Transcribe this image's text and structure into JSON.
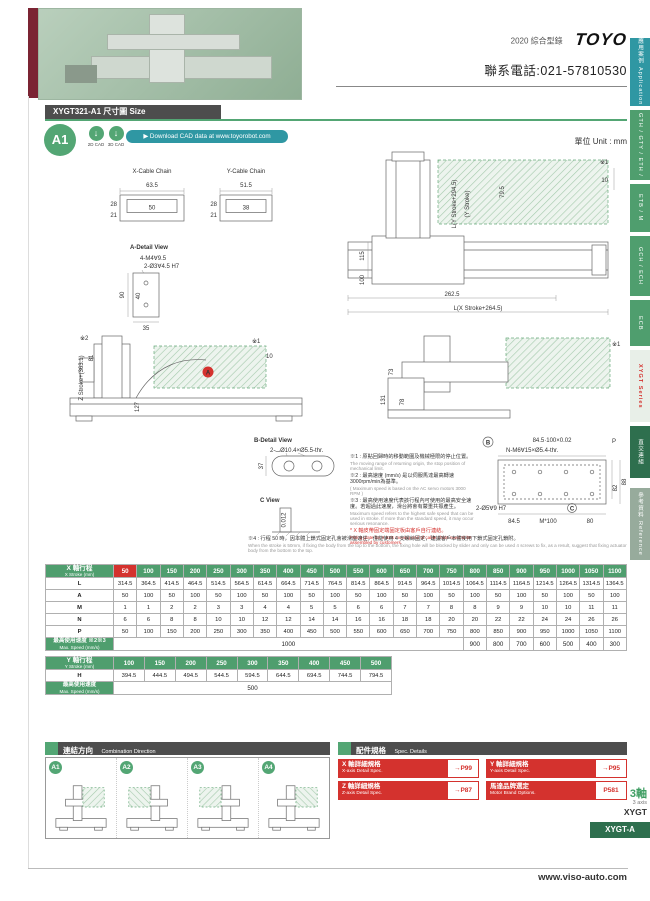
{
  "meta": {
    "catalog_title": "2020 綜合型錄",
    "brand": "TOYO",
    "phone": "聯系電話:021-57810530"
  },
  "sidebar": {
    "tabs": [
      {
        "label": "應用案例 Application"
      },
      {
        "label": "GTH / GTY / ETH / Y"
      },
      {
        "label": "ETB / M"
      },
      {
        "label": "GCH / ECH"
      },
      {
        "label": "ECB"
      },
      {
        "label": "XYGT Series"
      },
      {
        "label": "直交連組"
      },
      {
        "label": "參考資料 Reference"
      }
    ]
  },
  "header": {
    "title": "XYGT321-A1 尺寸圖 Size",
    "model_badge": "A1",
    "cad_2d": "2D CAD",
    "cad_3d": "3D CAD",
    "download": "Download CAD data at www.toyorobot.com",
    "unit": "單位 Unit : mm"
  },
  "drawings": {
    "x_chain": {
      "title": "X-Cable Chain",
      "d_top": "63.5",
      "d_inner": "50",
      "d_left": "28",
      "d_left2": "21"
    },
    "y_chain": {
      "title": "Y-Cable Chain",
      "d_top": "51.5",
      "d_inner": "38",
      "d_left": "28",
      "d_left2": "21"
    },
    "a_detail": {
      "title": "A-Detail View",
      "l1": "4-M4∀9.5",
      "l2": "2-Ø3∀4.5 H7",
      "d_90": "90",
      "d_40": "40",
      "d_35": "35"
    },
    "top_view": {
      "ref1": "※1",
      "d_10": "10",
      "d_795": "79.5",
      "dim_ly": "L(Y Stroke+294.5)",
      "dim_y": "(Y Stroke)",
      "d_115": "115",
      "d_100": "100",
      "d_2625": "262.5",
      "dim_lx": "L(X Stroke+264.5)"
    },
    "front_view": {
      "ref2": "※2",
      "ref1": "※1",
      "d_10": "10",
      "dim_z": "Z Stroke+(363.1)",
      "d_81": "81",
      "d_127": "127",
      "marker_a": "A"
    },
    "side_view": {
      "d_73": "73",
      "d_131": "131",
      "d_78": "78",
      "ref1": "※1"
    },
    "b_detail": {
      "title": "B-Detail View",
      "l1": "2-⌴Ø10.4×Ø5.5-thr.",
      "d_37": "37"
    },
    "c_view": {
      "title": "C View",
      "d_0012": "0.012"
    },
    "bottom_view": {
      "l_top": "84.5·100×0.02",
      "p": "P",
      "marker_b": "B",
      "l_nm6": "N-M6∀15×Ø5.4-thr.",
      "d_88": "88",
      "d_82": "82",
      "l_2o5": "2-Ø5∀9 H7",
      "d_845": "84.5",
      "d_m100": "M*100",
      "c": "C",
      "d_80": "80"
    }
  },
  "notes": {
    "n1_zh": "※1 : 原點回歸時的移動範圍及機械極限的停止位置。",
    "n1_en": "The moving range of returning origin, the stop position of mechanical limit.",
    "n2_zh": "※2 : 最高速度 (mm/s) 是以伺服馬達最高轉速3000rpm/min為基準。",
    "n2_en": "( Maximum speed is based on the AC servo motors 3000 RPM )",
    "n3_zh": "※3 : 最高使用速度代表該行程內可使用的最高安全速度。若超過此速度，滑台將會有嚴重共振產生。",
    "n3_en": "Maximum speed refers to the highest safe speed that can be used in stroke. If more than the standard speed, it may occur serious resonance.",
    "n_red_zh": "* X 軸皮帶固定端固定板由客戶自行連結。",
    "n_red_en": "Fixing plate for X axis moving end of cable chain need to be assembled by customers.",
    "n4_zh": "※4 : 行程 50 時，因本體上鎖式固定孔會被滑座遮住，僅能使用 4 支螺絲固定，建議客戶本體使用下鎖式固定孔鎖附。",
    "n4_en": "When the stroke is 50mm, if fixing the body from the top to the bottom, the fixing hole will be blocked by slider and only can be used 4 screws to fix, as a result, suggest that fixing actuator body from the bottom to the top."
  },
  "x_table": {
    "header_zh": "X 軸行程",
    "header_en": "X Stroke (mm)",
    "strokes": [
      "50",
      "100",
      "150",
      "200",
      "250",
      "300",
      "350",
      "400",
      "450",
      "500",
      "550",
      "600",
      "650",
      "700",
      "750",
      "800",
      "850",
      "900",
      "950",
      "1000",
      "1050",
      "1100"
    ],
    "rows": [
      {
        "label": "L",
        "values": [
          "314.5",
          "364.5",
          "414.5",
          "464.5",
          "514.5",
          "564.5",
          "614.5",
          "664.5",
          "714.5",
          "764.5",
          "814.5",
          "864.5",
          "914.5",
          "964.5",
          "1014.5",
          "1064.5",
          "1114.5",
          "1164.5",
          "1214.5",
          "1264.5",
          "1314.5",
          "1364.5"
        ]
      },
      {
        "label": "A",
        "values": [
          "50",
          "100",
          "50",
          "100",
          "50",
          "100",
          "50",
          "100",
          "50",
          "100",
          "50",
          "100",
          "50",
          "100",
          "50",
          "100",
          "50",
          "100",
          "50",
          "100",
          "50",
          "100"
        ]
      },
      {
        "label": "M",
        "values": [
          "1",
          "1",
          "2",
          "2",
          "3",
          "3",
          "4",
          "4",
          "5",
          "5",
          "6",
          "6",
          "7",
          "7",
          "8",
          "8",
          "9",
          "9",
          "10",
          "10",
          "11",
          "11"
        ]
      },
      {
        "label": "N",
        "values": [
          "6",
          "6",
          "8",
          "8",
          "10",
          "10",
          "12",
          "12",
          "14",
          "14",
          "16",
          "16",
          "18",
          "18",
          "20",
          "20",
          "22",
          "22",
          "24",
          "24",
          "26",
          "26"
        ]
      },
      {
        "label": "P",
        "values": [
          "50",
          "100",
          "150",
          "200",
          "250",
          "300",
          "350",
          "400",
          "450",
          "500",
          "550",
          "600",
          "650",
          "700",
          "750",
          "800",
          "850",
          "900",
          "950",
          "1000",
          "1050",
          "1100"
        ]
      }
    ],
    "speed_label_zh": "最高使用速度 ※2※3",
    "speed_label_en": "Max. Speed (mm/s)",
    "speed_span_value": "1000",
    "speed_span_cols": 15,
    "speed_values": [
      "900",
      "800",
      "700",
      "600",
      "500",
      "400",
      "300"
    ]
  },
  "y_table": {
    "header_zh": "Y 軸行程",
    "header_en": "Y Stroke (mm)",
    "strokes": [
      "100",
      "150",
      "200",
      "250",
      "300",
      "350",
      "400",
      "450",
      "500"
    ],
    "rows": [
      {
        "label": "H",
        "values": [
          "394.5",
          "444.5",
          "494.5",
          "544.5",
          "594.5",
          "644.5",
          "694.5",
          "744.5",
          "794.5"
        ]
      }
    ],
    "speed_label_zh": "最高使用速度",
    "speed_label_en": "Max. Speed (mm/s)",
    "speed_value": "500"
  },
  "combination": {
    "title_zh": "連結方向",
    "title_en": "Combination Direction",
    "items": [
      {
        "label": "A1"
      },
      {
        "label": "A2"
      },
      {
        "label": "A3"
      },
      {
        "label": "A4"
      }
    ]
  },
  "spec_details": {
    "title_zh": "配件規格",
    "title_en": "Spec. Details",
    "items": [
      {
        "label_zh": "X 軸詳細規格",
        "label_en": "X-axis Detail Spec.",
        "page": "→P99"
      },
      {
        "label_zh": "Y 軸詳細規格",
        "label_en": "Y-axis Detail Spec.",
        "page": "→P95"
      },
      {
        "label_zh": "Z 軸詳細規格",
        "label_en": "Z-axis Detail Spec.",
        "page": "→P87"
      },
      {
        "label_zh": "馬達品牌選定",
        "label_en": "Motor Brand Options.",
        "page": "P581"
      }
    ]
  },
  "footer": {
    "axis_count": "3軸",
    "axis_en": "3 axis",
    "series": "XYGT",
    "tab": "XYGT-A",
    "website": "www.viso-auto.com"
  }
}
